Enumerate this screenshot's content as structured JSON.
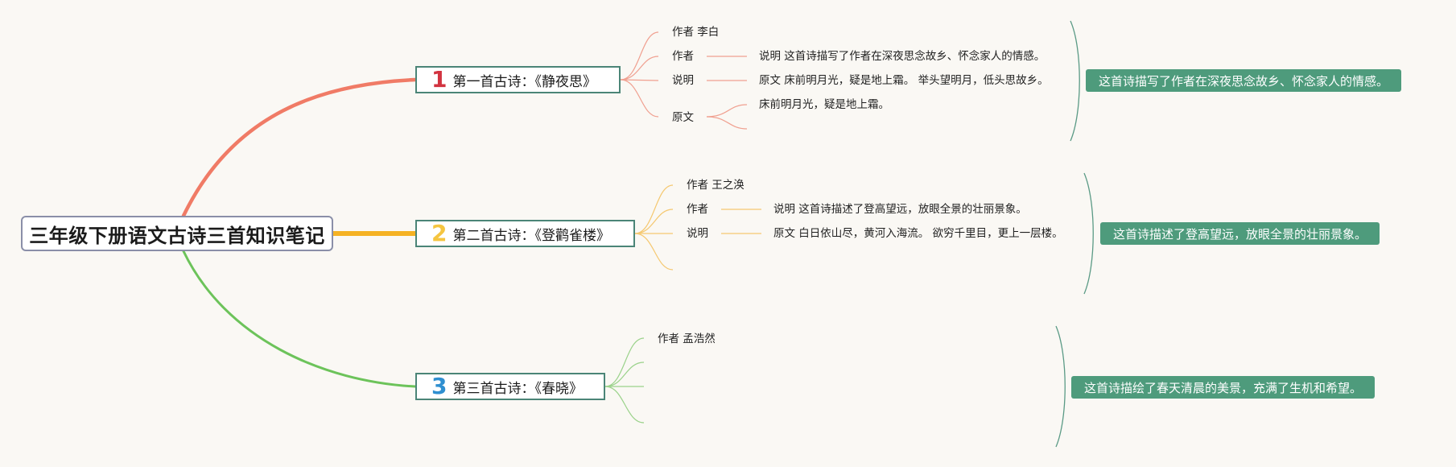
{
  "root": {
    "title": "三年级下册语文古诗三首知识笔记"
  },
  "colors": {
    "branch1": "#f07b66",
    "branch2": "#f5b223",
    "branch3": "#6cc35a",
    "summary": "#4e9b7c",
    "border": "#4b8577"
  },
  "poems": [
    {
      "number": "1",
      "title": "第一首古诗：《静夜思》",
      "author_label": "作者 李白",
      "l1": [
        "作者",
        "说明",
        "原文"
      ],
      "l2": [
        "说明 这首诗描写了作者在深夜思念故乡、怀念家人的情感。",
        "原文 床前明月光，疑是地上霜。 举头望明月，低头思故乡。",
        "床前明月光，疑是地上霜。"
      ],
      "summary": "这首诗描写了作者在深夜思念故乡、怀念家人的情感。"
    },
    {
      "number": "2",
      "title": "第二首古诗：《登鹳雀楼》",
      "author_label": "作者 王之涣",
      "l1": [
        "作者",
        "说明"
      ],
      "l2": [
        "说明 这首诗描述了登高望远，放眼全景的壮丽景象。",
        "原文 白日依山尽，黄河入海流。 欲穷千里目，更上一层楼。"
      ],
      "summary": "这首诗描述了登高望远，放眼全景的壮丽景象。"
    },
    {
      "number": "3",
      "title": "第三首古诗：《春晓》",
      "author_label": "作者 孟浩然",
      "l1": [],
      "l2": [],
      "summary": "这首诗描绘了春天清晨的美景，充满了生机和希望。"
    }
  ]
}
